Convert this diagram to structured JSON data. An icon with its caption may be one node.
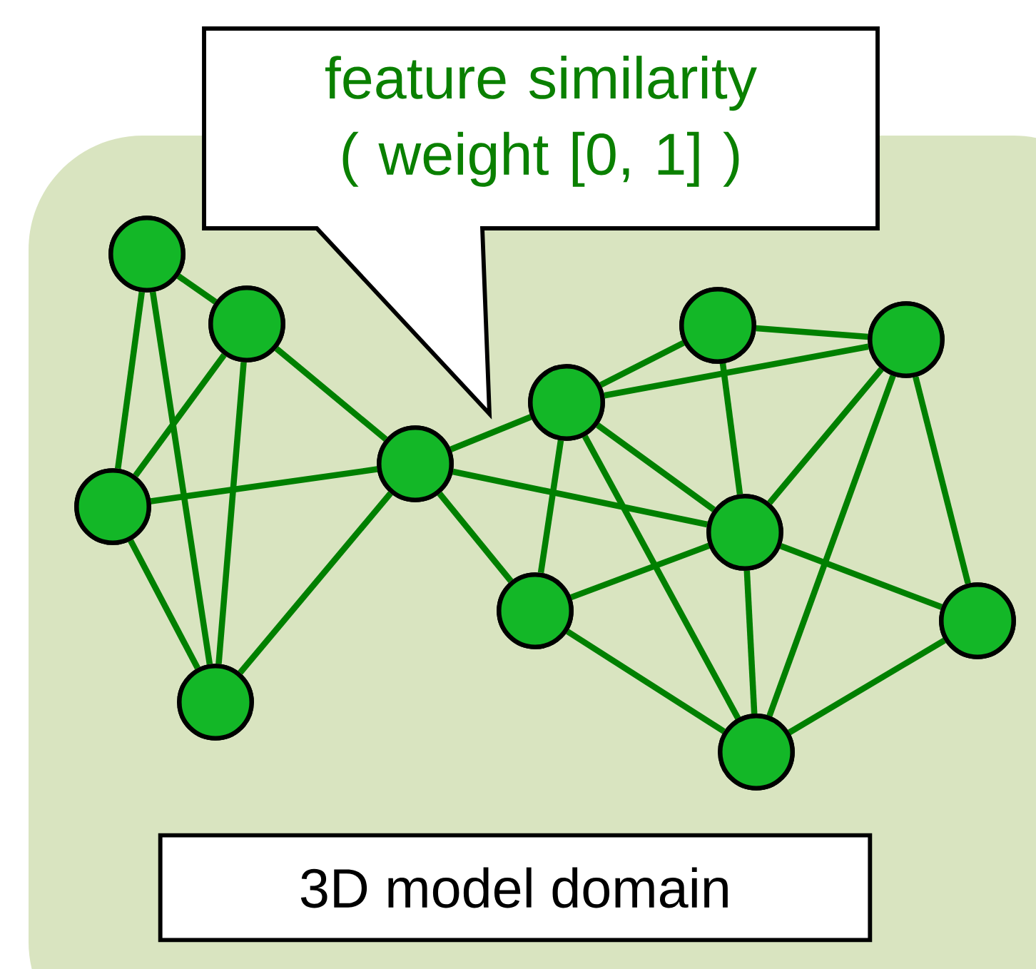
{
  "diagram": {
    "nodes": [
      {
        "text": [
          "feature similarity ( weight [0, 1] )"
        ]
      },
      {
        "text": [],
        "shape": "circle"
      },
      {
        "text": [],
        "shape": "circle"
      },
      {
        "text": [],
        "shape": "circle"
      },
      {
        "text": [],
        "shape": "circle"
      },
      {
        "text": [],
        "shape": "circle"
      },
      {
        "text": [],
        "shape": "circle"
      },
      {
        "text": [],
        "shape": "circle"
      },
      {
        "text": [],
        "shape": "circle"
      },
      {
        "text": [],
        "shape": "circle"
      },
      {
        "text": [],
        "shape": "circle"
      },
      {
        "text": [],
        "shape": "circle"
      },
      {
        "text": [],
        "shape": "circle"
      },
      {
        "text": [
          "3D model domain"
        ]
      }
    ],
    "edges": [
      {
        "from": 1,
        "to": 2,
        "arrow": "none"
      },
      {
        "from": 1,
        "to": 3,
        "arrow": "none"
      },
      {
        "from": 1,
        "to": 4,
        "arrow": "none"
      },
      {
        "from": 2,
        "to": 3,
        "arrow": "none"
      },
      {
        "from": 2,
        "to": 4,
        "arrow": "none"
      },
      {
        "from": 2,
        "to": 5,
        "arrow": "none"
      },
      {
        "from": 3,
        "to": 5,
        "arrow": "none"
      },
      {
        "from": 3,
        "to": 4,
        "arrow": "none"
      },
      {
        "from": 4,
        "to": 5,
        "arrow": "none"
      },
      {
        "from": 5,
        "to": 6,
        "arrow": "none"
      },
      {
        "from": 5,
        "to": 9,
        "arrow": "none"
      },
      {
        "from": 5,
        "to": 10,
        "arrow": "none"
      },
      {
        "from": 6,
        "to": 7,
        "arrow": "none"
      },
      {
        "from": 6,
        "to": 8,
        "arrow": "none"
      },
      {
        "from": 6,
        "to": 9,
        "arrow": "none"
      },
      {
        "from": 6,
        "to": 10,
        "arrow": "none"
      },
      {
        "from": 6,
        "to": 12,
        "arrow": "none"
      },
      {
        "from": 7,
        "to": 8,
        "arrow": "none"
      },
      {
        "from": 7,
        "to": 9,
        "arrow": "none"
      },
      {
        "from": 8,
        "to": 9,
        "arrow": "none"
      },
      {
        "from": 8,
        "to": 12,
        "arrow": "none"
      },
      {
        "from": 8,
        "to": 11,
        "arrow": "none"
      },
      {
        "from": 9,
        "to": 10,
        "arrow": "none"
      },
      {
        "from": 9,
        "to": 11,
        "arrow": "none"
      },
      {
        "from": 9,
        "to": 12,
        "arrow": "none"
      },
      {
        "from": 10,
        "to": 12,
        "arrow": "none"
      },
      {
        "from": 11,
        "to": 12,
        "arrow": "none"
      }
    ]
  }
}
